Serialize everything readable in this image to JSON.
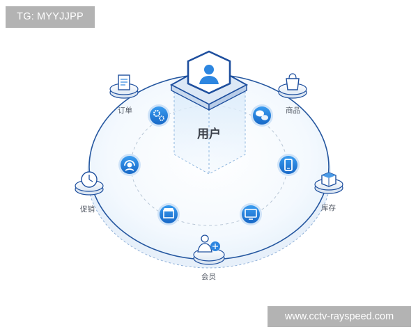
{
  "badge": {
    "text": "TG: MYYJJPP"
  },
  "watermark": {
    "text": "www.cctv-rayspeed.com"
  },
  "center": {
    "label": "用户",
    "icon": "user-icon"
  },
  "outer_nodes": [
    {
      "label": "订单",
      "icon": "document-icon"
    },
    {
      "label": "商品",
      "icon": "shopping-bag-icon"
    },
    {
      "label": "库存",
      "icon": "package-box-icon"
    },
    {
      "label": "会员",
      "icon": "member-icon"
    },
    {
      "label": "促销",
      "icon": "clock-icon"
    }
  ],
  "inner_icons": [
    "settings-gears-icon",
    "chat-bubble-icon",
    "headset-service-icon",
    "mobile-phone-icon",
    "storefront-icon",
    "monitor-icon"
  ],
  "colors": {
    "primary": "#1f78d1",
    "dark_blue": "#1e4f9e",
    "ring": "#2a5fb0",
    "disc": "#f3f8fd"
  }
}
